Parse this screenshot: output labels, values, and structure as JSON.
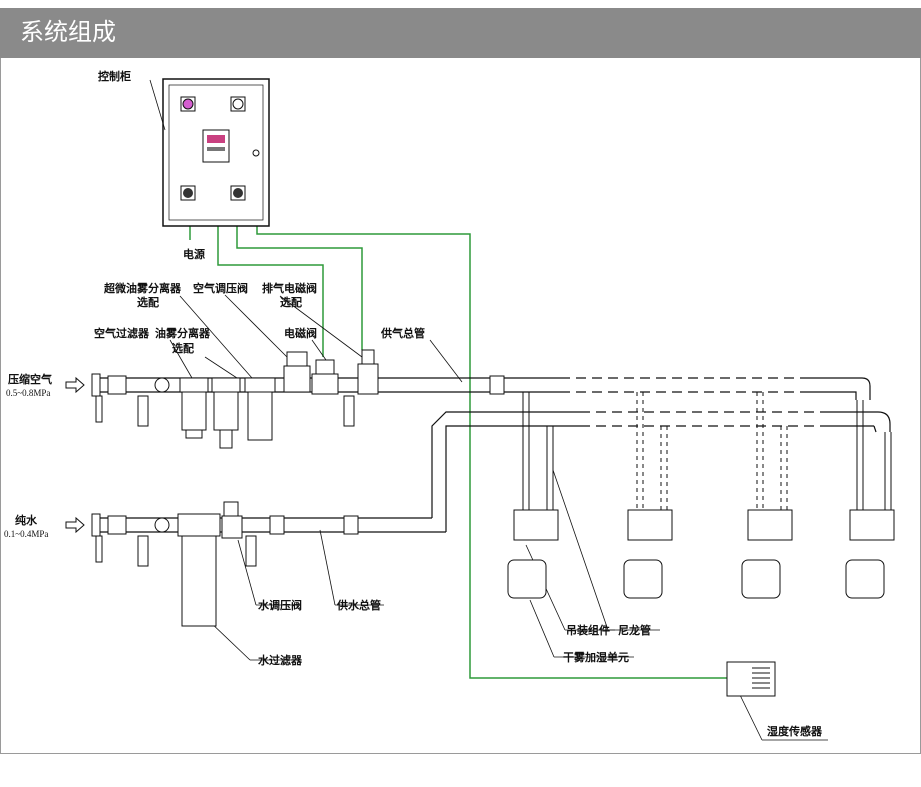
{
  "header": {
    "title": "系统组成"
  },
  "labels": {
    "control_cabinet": "控制柜",
    "power": "电源",
    "compressed_air": "压缩空气",
    "air_pressure": "0.5~0.8MPa",
    "pure_water": "纯水",
    "water_pressure": "0.1~0.4MPa",
    "ultra_oil_separator": "超微油雾分离器",
    "ultra_oil_separator_opt": "选配",
    "air_regulator": "空气调压阀",
    "exhaust_valve": "排气电磁阀",
    "exhaust_valve_opt": "选配",
    "solenoid_valve": "电磁阀",
    "air_filter": "空气过滤器",
    "oil_separator": "油雾分离器",
    "oil_separator_opt": "选配",
    "air_main": "供气总管",
    "water_regulator": "水调压阀",
    "water_main": "供水总管",
    "water_filter": "水过滤器",
    "hanging_kit": "吊装组件",
    "nylon_tube": "尼龙管",
    "dry_fog_unit": "干雾加湿单元",
    "humidity_sensor": "湿度传感器"
  },
  "colors": {
    "header_bg": "#8a8a8a",
    "signal_line": "#2e9a3a",
    "pipe": "#111111"
  }
}
